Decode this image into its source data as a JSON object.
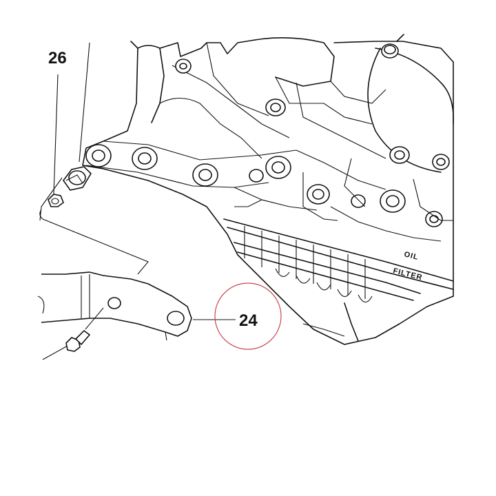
{
  "callouts": {
    "part_26": "26",
    "part_24": "24"
  },
  "engine_markings": {
    "oil": "OIL",
    "filter": "FILTER"
  },
  "colors": {
    "line": "#111111",
    "highlight_circle": "#c8424f",
    "background": "#ffffff"
  }
}
